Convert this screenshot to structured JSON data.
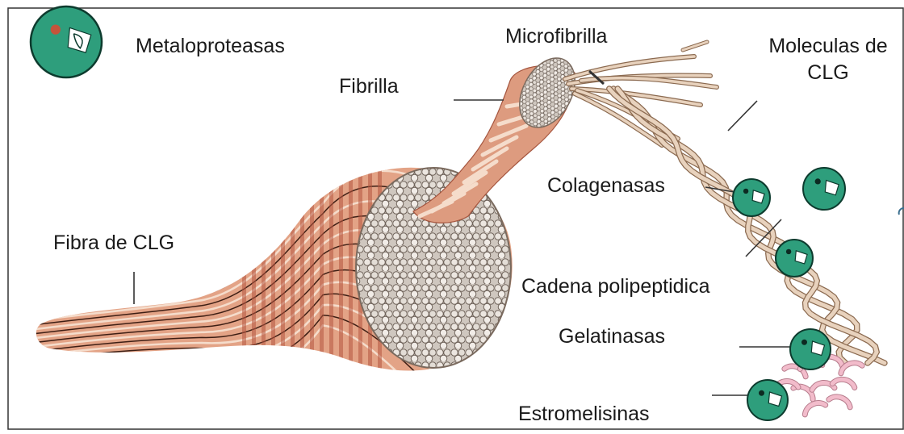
{
  "labels": {
    "metaloproteasas": "Metaloproteasas",
    "microfibrilla": "Microfibrilla",
    "moleculas_line1": "Moleculas de",
    "moleculas_line2": "CLG",
    "fibrilla": "Fibrilla",
    "colagenasas": "Colagenasas",
    "fibra": "Fibra de CLG",
    "cadena": "Cadena polipeptidica",
    "gelatinasas": "Gelatinasas",
    "estromelisinas": "Estromelisinas"
  },
  "colors": {
    "enzyme_fill": "#2e9e7c",
    "enzyme_dark": "#0d3b2e",
    "fiber_salmon": "#e19a7e",
    "fiber_dark": "#b5563f",
    "fiber_light": "#f5dccb",
    "bundle_grey": "#c9c2bb",
    "strand": "#e8d2bd",
    "strand_edge": "#8b6a50",
    "fragments": "#f2bccb"
  }
}
